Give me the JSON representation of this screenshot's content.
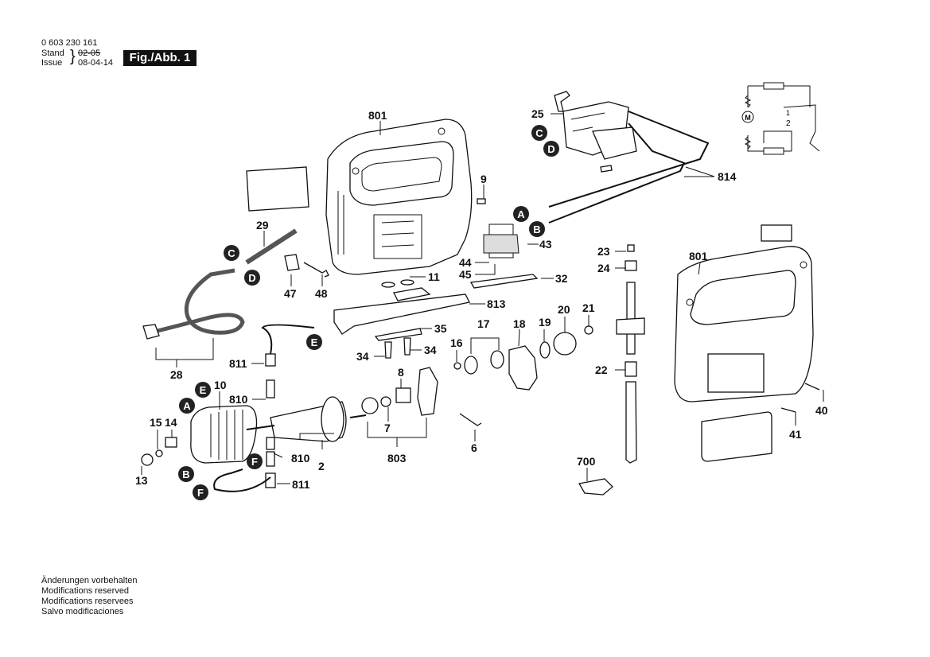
{
  "header": {
    "part_number": "0 603 230 161",
    "stand_label": "Stand",
    "issue_label": "Issue",
    "stand_value_struck": "02-05",
    "issue_value": "08-04-14",
    "figure_label": "Fig./Abb. 1"
  },
  "footer": {
    "lines": [
      "Änderungen vorbehalten",
      "Modifications reserved",
      "Modifications reservees",
      "Salvo modificaciones"
    ]
  },
  "part_labels": [
    {
      "id": "801a",
      "text": "801"
    },
    {
      "id": "25",
      "text": "25"
    },
    {
      "id": "814",
      "text": "814"
    },
    {
      "id": "9",
      "text": "9"
    },
    {
      "id": "29",
      "text": "29"
    },
    {
      "id": "43",
      "text": "43"
    },
    {
      "id": "44",
      "text": "44"
    },
    {
      "id": "45",
      "text": "45"
    },
    {
      "id": "32",
      "text": "32"
    },
    {
      "id": "11",
      "text": "11"
    },
    {
      "id": "47",
      "text": "47"
    },
    {
      "id": "48",
      "text": "48"
    },
    {
      "id": "813",
      "text": "813"
    },
    {
      "id": "23",
      "text": "23"
    },
    {
      "id": "24",
      "text": "24"
    },
    {
      "id": "801b",
      "text": "801"
    },
    {
      "id": "35",
      "text": "35"
    },
    {
      "id": "34a",
      "text": "34"
    },
    {
      "id": "34b",
      "text": "34"
    },
    {
      "id": "17",
      "text": "17"
    },
    {
      "id": "18",
      "text": "18"
    },
    {
      "id": "19",
      "text": "19"
    },
    {
      "id": "20",
      "text": "20"
    },
    {
      "id": "21",
      "text": "21"
    },
    {
      "id": "16",
      "text": "16"
    },
    {
      "id": "28",
      "text": "28"
    },
    {
      "id": "811a",
      "text": "811"
    },
    {
      "id": "810a",
      "text": "810"
    },
    {
      "id": "10",
      "text": "10"
    },
    {
      "id": "8",
      "text": "8"
    },
    {
      "id": "22",
      "text": "22"
    },
    {
      "id": "15",
      "text": "15"
    },
    {
      "id": "14",
      "text": "14"
    },
    {
      "id": "7",
      "text": "7"
    },
    {
      "id": "40",
      "text": "40"
    },
    {
      "id": "41",
      "text": "41"
    },
    {
      "id": "13",
      "text": "13"
    },
    {
      "id": "810b",
      "text": "810"
    },
    {
      "id": "2",
      "text": "2"
    },
    {
      "id": "803",
      "text": "803"
    },
    {
      "id": "6",
      "text": "6"
    },
    {
      "id": "811b",
      "text": "811"
    },
    {
      "id": "700",
      "text": "700"
    }
  ],
  "connection_refs": [
    {
      "id": "C1",
      "text": "C"
    },
    {
      "id": "D1",
      "text": "D"
    },
    {
      "id": "A1",
      "text": "A"
    },
    {
      "id": "B1",
      "text": "B"
    },
    {
      "id": "C2",
      "text": "C"
    },
    {
      "id": "D2",
      "text": "D"
    },
    {
      "id": "E1",
      "text": "E"
    },
    {
      "id": "A2",
      "text": "A"
    },
    {
      "id": "E2",
      "text": "E"
    },
    {
      "id": "B2",
      "text": "B"
    },
    {
      "id": "F1",
      "text": "F"
    },
    {
      "id": "F2",
      "text": "F"
    }
  ],
  "schematic": {
    "motor_symbol": "M",
    "switch_terminals": [
      "1",
      "2"
    ]
  }
}
